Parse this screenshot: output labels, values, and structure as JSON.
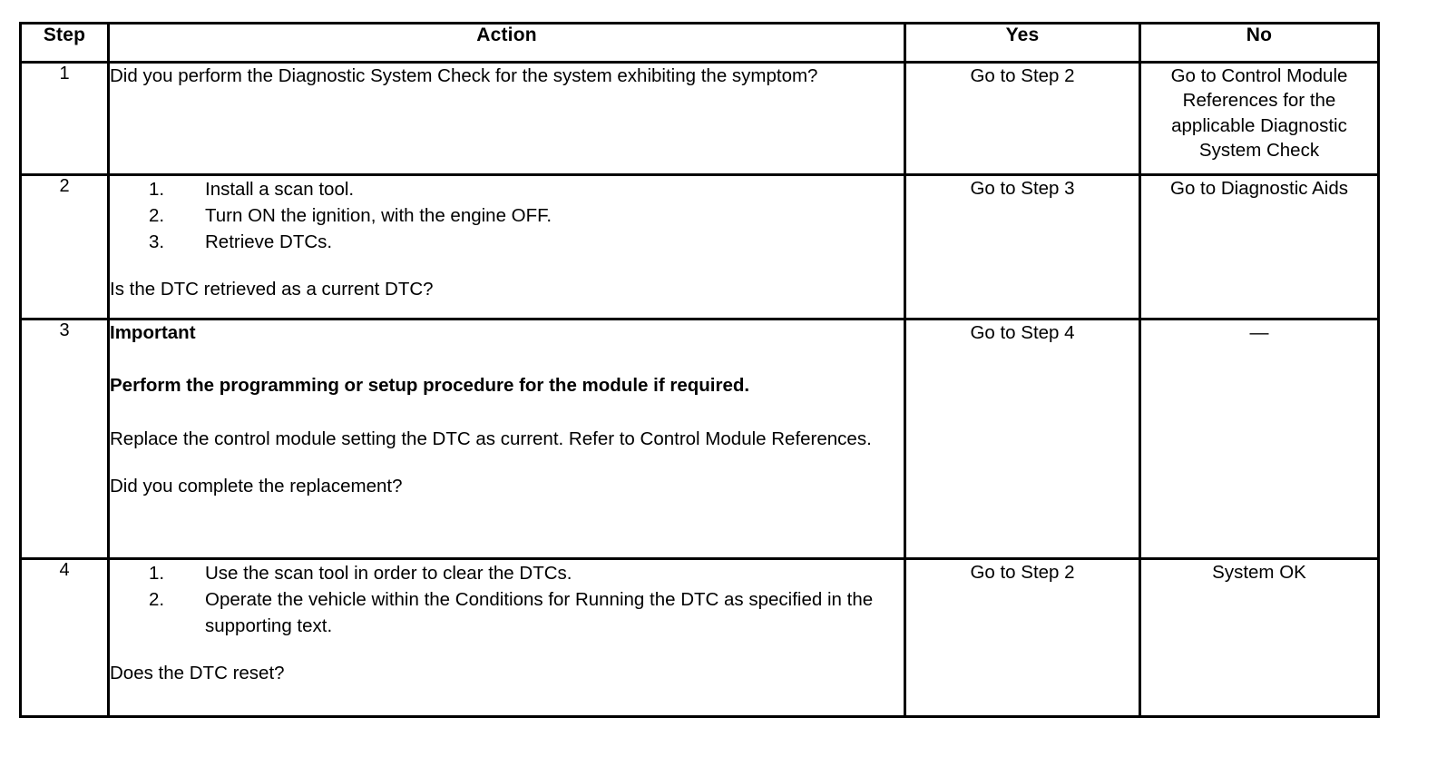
{
  "table": {
    "headers": {
      "step": "Step",
      "action": "Action",
      "yes": "Yes",
      "no": "No"
    },
    "rows": [
      {
        "step": "1",
        "action": {
          "intro": "",
          "list": [],
          "body": [],
          "question": "Did you perform the Diagnostic System Check for the system exhibiting the symptom?"
        },
        "yes": "Go to Step 2",
        "no": "Go to Control Module References for the applicable Diagnostic System Check"
      },
      {
        "step": "2",
        "action": {
          "intro": "",
          "list": [
            {
              "num": "1.",
              "text": "Install a scan tool."
            },
            {
              "num": "2.",
              "text": "Turn ON the ignition, with the engine OFF."
            },
            {
              "num": "3.",
              "text": "Retrieve DTCs."
            }
          ],
          "body": [],
          "question": "Is the DTC retrieved as a current DTC?"
        },
        "yes": "Go to Step 3",
        "no": "Go to Diagnostic Aids"
      },
      {
        "step": "3",
        "action": {
          "intro": "Important",
          "list": [],
          "body": [
            "Perform the programming or setup procedure for the module if required.",
            "Replace the control module setting the DTC as current. Refer to Control Module References."
          ],
          "question": "Did you complete the replacement?"
        },
        "yes": "Go to Step 4",
        "no": "—"
      },
      {
        "step": "4",
        "action": {
          "intro": "",
          "list": [
            {
              "num": "1.",
              "text": "Use the scan tool in order to clear the DTCs."
            },
            {
              "num": "2.",
              "text": "Operate the vehicle within the Conditions for Running the DTC as specified in the supporting text."
            }
          ],
          "body": [],
          "question": "Does the DTC reset?"
        },
        "yes": "Go to Step 2",
        "no": "System OK"
      }
    ]
  },
  "colors": {
    "border": "#000000",
    "text": "#000000",
    "background": "#ffffff"
  }
}
